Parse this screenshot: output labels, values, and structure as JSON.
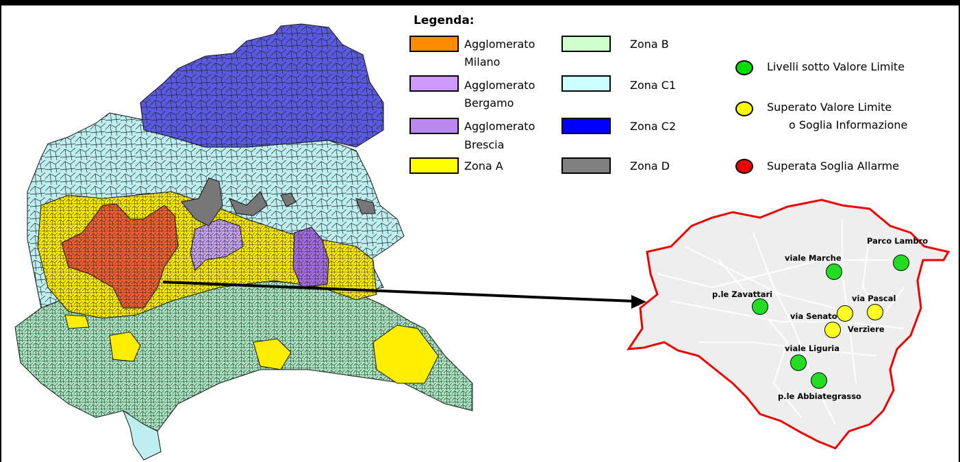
{
  "legend": {
    "title": "Legenda:",
    "zones": [
      {
        "label": "Agglomerato",
        "sub": "Milano",
        "color": "#ff8c00"
      },
      {
        "label": "Agglomerato",
        "sub": "Bergamo",
        "color": "#cc99ff"
      },
      {
        "label": "Agglomerato",
        "sub": "Brescia",
        "color": "#bb88ee"
      },
      {
        "label": "Zona A",
        "sub": "",
        "color": "#ffff00"
      },
      {
        "label": "Zona B",
        "sub": "",
        "color": "#ccffcc"
      },
      {
        "label": "Zona C1",
        "sub": "",
        "color": "#ccffff"
      },
      {
        "label": "Zona C2",
        "sub": "",
        "color": "#0000ff"
      },
      {
        "label": "Zona D",
        "sub": "",
        "color": "#808080"
      }
    ],
    "status": [
      {
        "label": "Livelli sotto Valore Limite",
        "label2": "",
        "color": "#00dd00"
      },
      {
        "label": "Superato Valore Limite",
        "label2": "o Soglia Informazione",
        "color": "#ffff00"
      },
      {
        "label": "Superata Soglia Allarme",
        "label2": "",
        "color": "#ee0000"
      }
    ]
  },
  "map_colors": {
    "zone_b": "#a8e6c0",
    "zone_c1": "#bdeef0",
    "zone_c2": "#5a5ae0",
    "zone_a": "#ffee00",
    "zone_d": "#777777",
    "milano": "#f06030",
    "bergamo": "#c8a4f0",
    "brescia": "#a86ee8",
    "city_fill": "#eeeeee",
    "city_border": "#ee0000"
  },
  "stations": [
    {
      "name": "Parco Lambro",
      "status": "green"
    },
    {
      "name": "viale Marche",
      "status": "green"
    },
    {
      "name": "p.le Zavattari",
      "status": "green"
    },
    {
      "name": "via Pascal",
      "status": "yellow"
    },
    {
      "name": "via Senato",
      "status": "yellow"
    },
    {
      "name": "Verziere",
      "status": "yellow"
    },
    {
      "name": "viale Liguria",
      "status": "green"
    },
    {
      "name": "p.le Abbiategrasso",
      "status": "green"
    }
  ],
  "status_colors": {
    "green": "#22dd22",
    "yellow": "#ffff22"
  }
}
